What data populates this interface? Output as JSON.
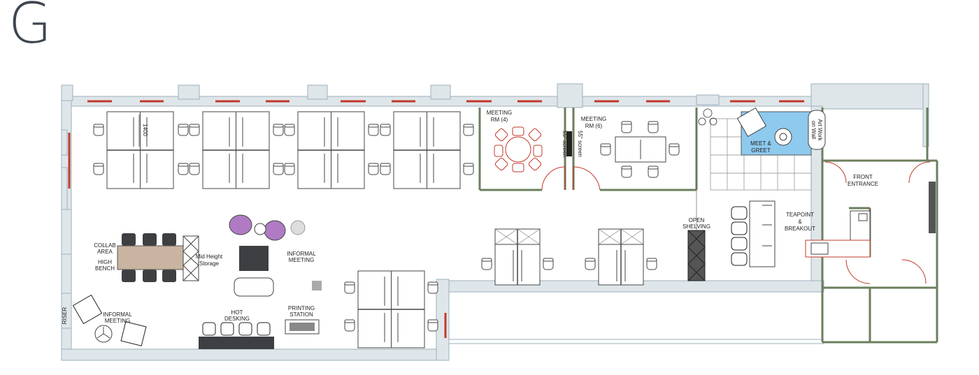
{
  "sheet_letter": "G",
  "labels": {
    "dim_1400": "1400",
    "meeting_rm4_a": "MEETING",
    "meeting_rm4_b": "RM (4)",
    "meeting_rm6_a": "MEETING",
    "meeting_rm6_b": "RM (6)",
    "screen_a": "55\" screen",
    "screen_b": "55\" screen",
    "meet_greet_a": "MEET &",
    "meet_greet_b": "GREET",
    "art_work_a": "Art Work",
    "art_work_b": "on Wall",
    "front_entrance_a": "FRONT",
    "front_entrance_b": "ENTRANCE",
    "teapoint_a": "TEAPOINT",
    "teapoint_b": "&",
    "teapoint_c": "BREAKOUT",
    "open_shelving_a": "OPEN",
    "open_shelving_b": "SHELVING",
    "collab_a": "COLLAB",
    "collab_b": "AREA",
    "high_bench_a": "HIGH",
    "high_bench_b": "BENCH",
    "mid_storage_a": "Mid Height",
    "mid_storage_b": "Storage",
    "informal_meeting_center_a": "INFORMAL",
    "informal_meeting_center_b": "MEETING",
    "hot_desking_a": "HOT",
    "hot_desking_b": "DESKING",
    "printing_a": "PRINTING",
    "printing_b": "STATION",
    "informal_meeting_left_a": "INFORMAL",
    "informal_meeting_left_b": "MEETING",
    "riser": "RISER"
  },
  "colors": {
    "wall_fill": "#dfe6ea",
    "wall_stroke": "#9eb0bb",
    "window": "#c0392b",
    "partition": "#6b7f5e",
    "desk_stroke": "#444444",
    "purple_chair": "#b07bc4",
    "meet_greet": "#8ec9ee",
    "bench_wood": "#c8b4a0",
    "dark_seat": "#3d3f42"
  }
}
